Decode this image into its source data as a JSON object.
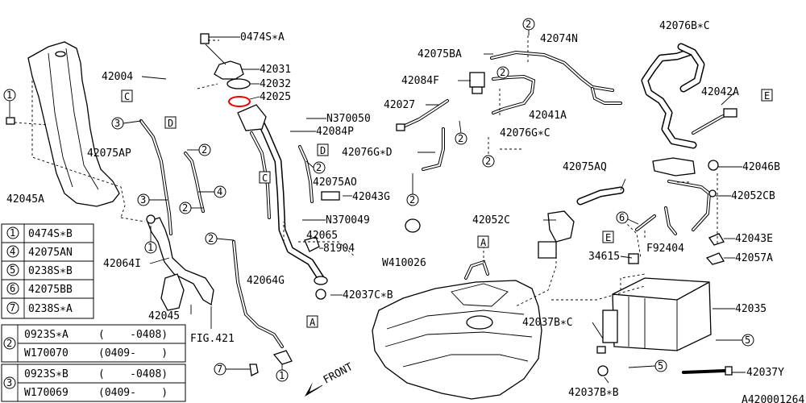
{
  "labels": {
    "p0474SA": "0474S∗A",
    "p42031": "42031",
    "p42032": "42032",
    "p42025": "42025",
    "p42004": "42004",
    "pN370050": "N370050",
    "p42084P": "42084P",
    "p42075AP": "42075AP",
    "p42075AO": "42075AO",
    "p42043G": "42043G",
    "pN370049": "N370049",
    "p42065": "42065",
    "p81904": "81904",
    "pW410026": "W410026",
    "p42064G": "42064G",
    "p42037CB": "42037C∗B",
    "p42045A": "42045A",
    "p42075AN": "42075AN",
    "p42064I": "42064I",
    "p42045": "42045",
    "pFIG421": "FIG.421",
    "p42075BA": "42075BA",
    "p42074N": "42074N",
    "p42084F": "42084F",
    "p42027": "42027",
    "p42041A": "42041A",
    "p42076GC": "42076G∗C",
    "p42076GD": "42076G∗D",
    "p42076BC": "42076B∗C",
    "p42042A": "42042A",
    "p42075AQ": "42075AQ",
    "p42046B": "42046B",
    "p42052CB": "42052CB",
    "p42052C": "42052C",
    "p42043E": "42043E",
    "pF92404": "F92404",
    "p34615": "34615",
    "p42057A": "42057A",
    "p42035": "42035",
    "p42037BC": "42037B∗C",
    "p42037BB": "42037B∗B",
    "p42037Y": "42037Y",
    "front": "FRONT",
    "figno": "A420001264"
  },
  "refs": {
    "A": "A",
    "C": "C",
    "D": "D",
    "E": "E",
    "n1": "1",
    "n2": "2",
    "n3": "3",
    "n4": "4",
    "n5": "5",
    "n6": "6",
    "n7": "7"
  },
  "legend": [
    {
      "num": "1",
      "part": "0474S∗B"
    },
    {
      "num": "4",
      "part": "42075AN"
    },
    {
      "num": "5",
      "part": "0238S∗B"
    },
    {
      "num": "6",
      "part": "42075BB"
    },
    {
      "num": "7",
      "part": "0238S∗A"
    }
  ],
  "legend2": [
    {
      "num": "2",
      "rows": [
        {
          "part": "0923S∗A",
          "range": "(    -0408)"
        },
        {
          "part": "W170070",
          "range": "(0409-    )"
        }
      ]
    },
    {
      "num": "3",
      "rows": [
        {
          "part": "0923S∗B",
          "range": "(    -0408)"
        },
        {
          "part": "W170069",
          "range": "(0409-    )"
        }
      ]
    }
  ]
}
